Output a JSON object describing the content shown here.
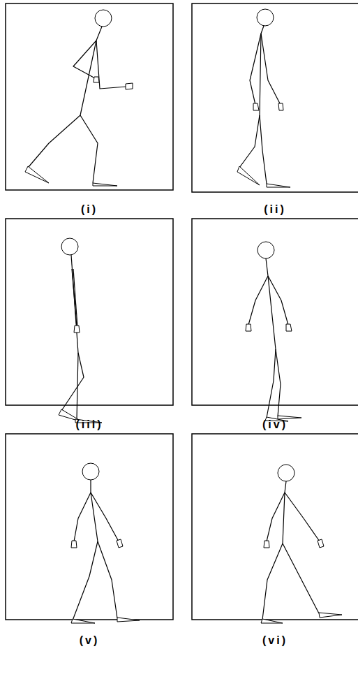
{
  "diagram": {
    "labels": [
      "(i)",
      "(ii)",
      "(iii)",
      "(iv)",
      "(v)",
      "(vi)"
    ]
  }
}
